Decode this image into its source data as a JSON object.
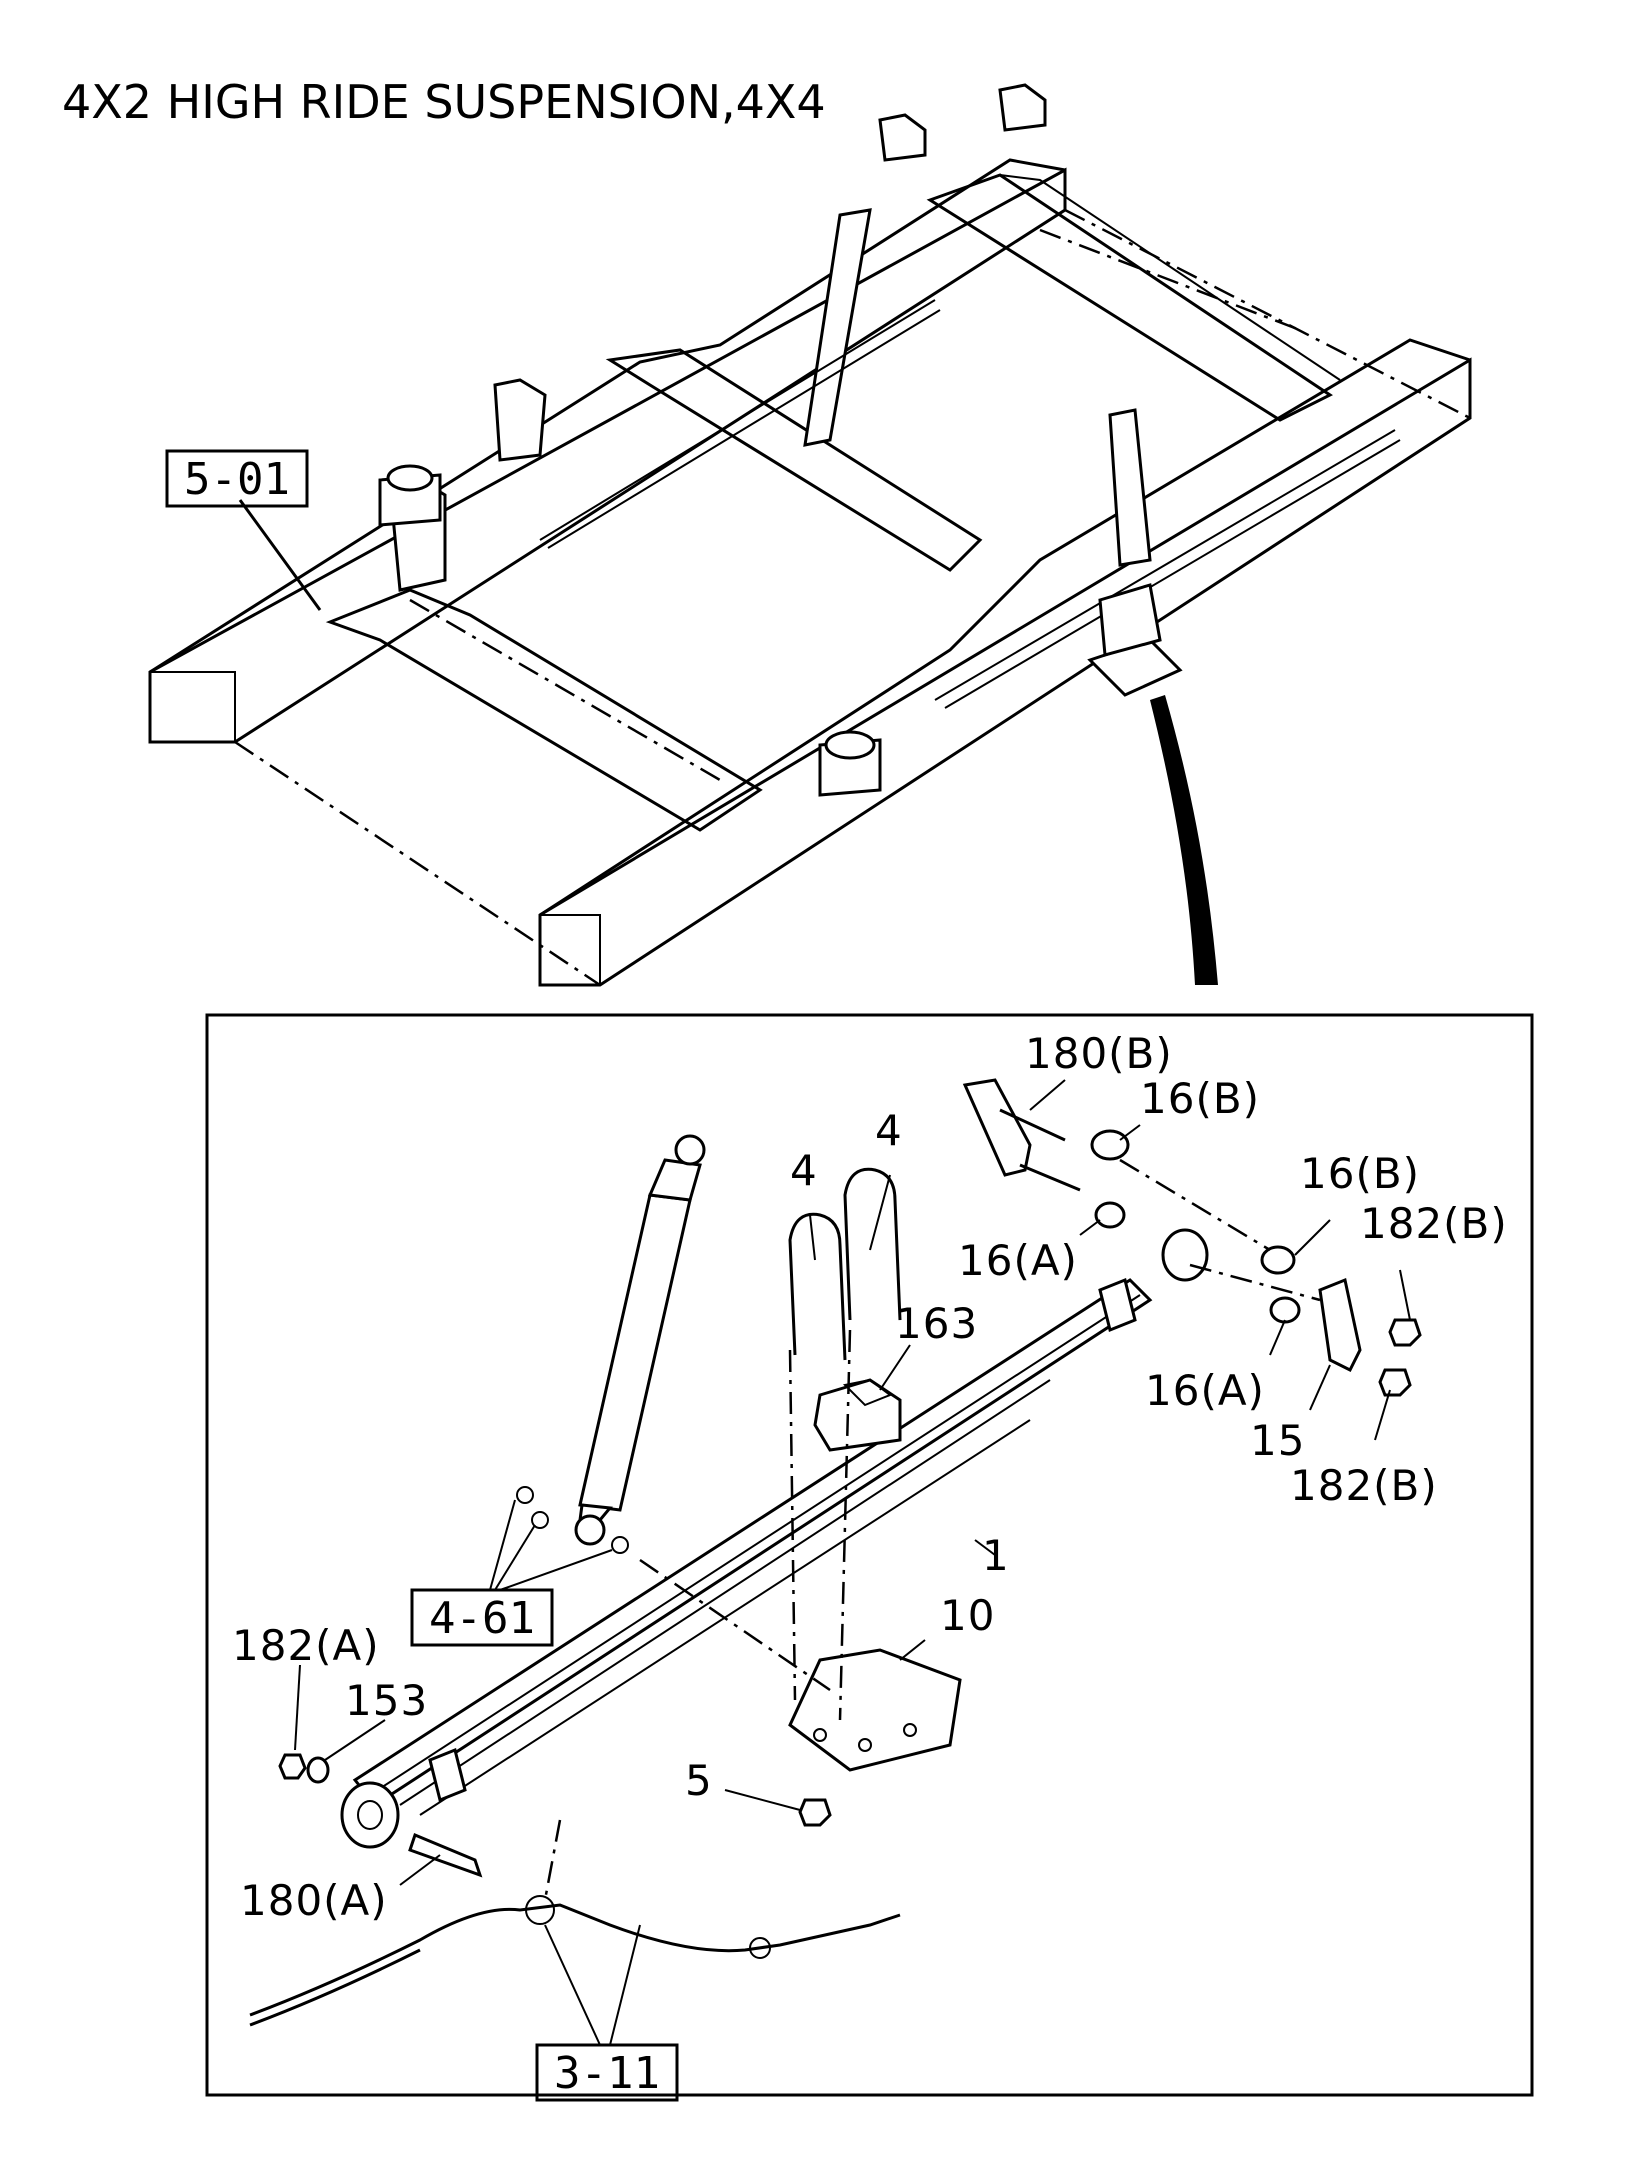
{
  "title": "4X2 HIGH RIDE SUSPENSION,4X4",
  "references": {
    "frame": "5-01",
    "shock_mount": "4-61",
    "brake_pipe": "3-11"
  },
  "callouts": {
    "bolt_b": "180(B)",
    "bush_b_1": "16(B)",
    "u_bolt_1": "4",
    "u_bolt_2": "4",
    "bush_a_1": "16(A)",
    "bush_b_2": "16(B)",
    "nut_b_1": "182(B)",
    "bumper": "163",
    "bush_a_2": "16(A)",
    "shackle": "15",
    "nut_b_2": "182(B)",
    "leaf_spring": "1",
    "spring_seat": "10",
    "nut_a": "182(A)",
    "washer": "153",
    "nut_5": "5",
    "bolt_a": "180(A)"
  },
  "colors": {
    "line": "#000000",
    "background": "#ffffff"
  }
}
